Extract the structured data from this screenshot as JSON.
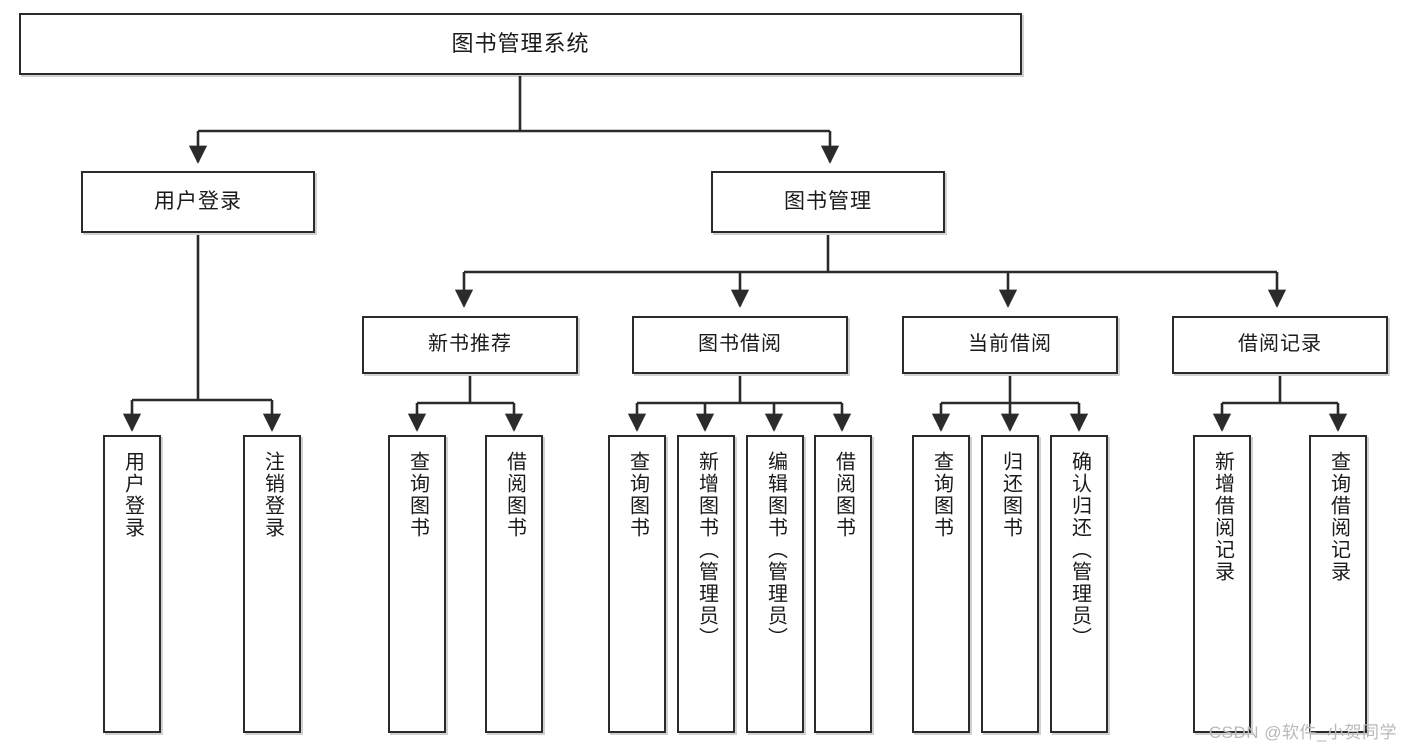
{
  "diagram": {
    "title": "图书管理系统",
    "watermark": "CSDN @软件_小贺同学",
    "line_color": "#2b2b2b",
    "box_fill": "#ffffff",
    "text_color": "#1a1a1a",
    "watermark_color": "#b9b9b9"
  },
  "nodes": {
    "root": {
      "label": "图书管理系统",
      "level": 1
    },
    "user_login": {
      "label": "用户登录",
      "level": 2
    },
    "book_manage": {
      "label": "图书管理",
      "level": 2
    },
    "new_book_rec": {
      "label": "新书推荐",
      "level": 3
    },
    "book_borrow": {
      "label": "图书借阅",
      "level": 3
    },
    "current_borrow": {
      "label": "当前借阅",
      "level": 3
    },
    "borrow_record": {
      "label": "借阅记录",
      "level": 3
    },
    "leaf_user_login": {
      "label": "用户登录",
      "level": 4
    },
    "leaf_logout": {
      "label": "注销登录",
      "level": 4
    },
    "leaf_query_book_1": {
      "label": "查询图书",
      "level": 4
    },
    "leaf_borrow_book_1": {
      "label": "借阅图书",
      "level": 4
    },
    "leaf_query_book_2": {
      "label": "查询图书",
      "level": 4
    },
    "leaf_add_book": {
      "label": "新增图书（管理员）",
      "level": 4
    },
    "leaf_edit_book": {
      "label": "编辑图书（管理员）",
      "level": 4
    },
    "leaf_borrow_book_2": {
      "label": "借阅图书",
      "level": 4
    },
    "leaf_query_book_3": {
      "label": "查询图书",
      "level": 4
    },
    "leaf_return_book": {
      "label": "归还图书",
      "level": 4
    },
    "leaf_confirm_return": {
      "label": "确认归还（管理员）",
      "level": 4
    },
    "leaf_add_record": {
      "label": "新增借阅记录",
      "level": 4
    },
    "leaf_query_record": {
      "label": "查询借阅记录",
      "level": 4
    }
  },
  "edges": [
    {
      "from": "root",
      "to": "user_login"
    },
    {
      "from": "root",
      "to": "book_manage"
    },
    {
      "from": "user_login",
      "to": "leaf_user_login"
    },
    {
      "from": "user_login",
      "to": "leaf_logout"
    },
    {
      "from": "book_manage",
      "to": "new_book_rec"
    },
    {
      "from": "book_manage",
      "to": "book_borrow"
    },
    {
      "from": "book_manage",
      "to": "current_borrow"
    },
    {
      "from": "book_manage",
      "to": "borrow_record"
    },
    {
      "from": "new_book_rec",
      "to": "leaf_query_book_1"
    },
    {
      "from": "new_book_rec",
      "to": "leaf_borrow_book_1"
    },
    {
      "from": "book_borrow",
      "to": "leaf_query_book_2"
    },
    {
      "from": "book_borrow",
      "to": "leaf_add_book"
    },
    {
      "from": "book_borrow",
      "to": "leaf_edit_book"
    },
    {
      "from": "book_borrow",
      "to": "leaf_borrow_book_2"
    },
    {
      "from": "current_borrow",
      "to": "leaf_query_book_3"
    },
    {
      "from": "current_borrow",
      "to": "leaf_return_book"
    },
    {
      "from": "current_borrow",
      "to": "leaf_confirm_return"
    },
    {
      "from": "borrow_record",
      "to": "leaf_add_record"
    },
    {
      "from": "borrow_record",
      "to": "leaf_query_record"
    }
  ]
}
